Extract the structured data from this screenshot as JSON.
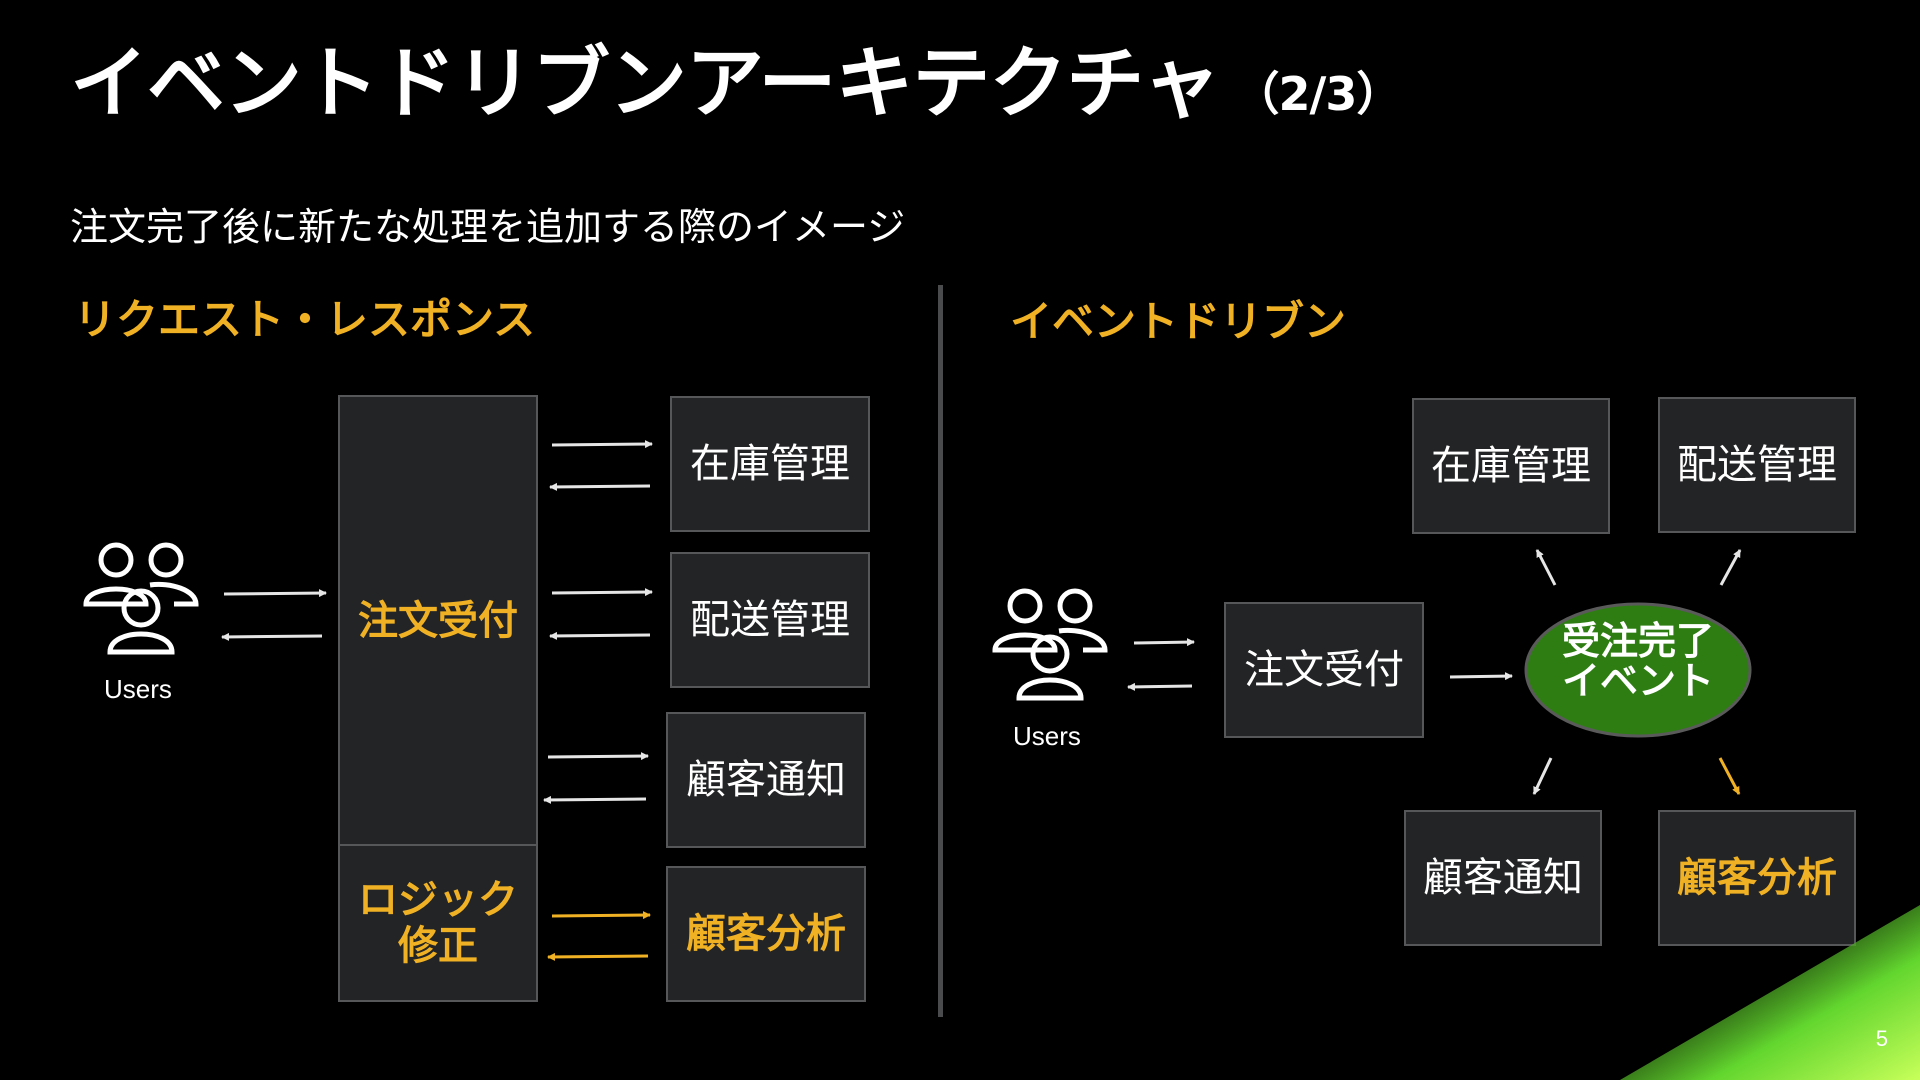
{
  "slide": {
    "title": "イベントドリブンアーキテクチャ",
    "title_suffix": "（2/3）",
    "subtitle": "注文完了後に新たな処理を追加する際のイメージ",
    "page_number": "5"
  },
  "left": {
    "heading": "リクエスト・レスポンス",
    "users_label": "Users",
    "order_box": "注文受付",
    "logic_box": "ロジック\n修正",
    "services": [
      "在庫管理",
      "配送管理",
      "顧客通知",
      "顧客分析"
    ]
  },
  "right": {
    "heading": "イベントドリブン",
    "users_label": "Users",
    "order_box": "注文受付",
    "event": "受注完了\nイベント",
    "services": [
      "在庫管理",
      "配送管理",
      "顧客通知",
      "顧客分析"
    ]
  },
  "colors": {
    "accent": "#f0b224",
    "event_green": "#2e7d13",
    "box_bg": "#232426",
    "box_border": "#555759",
    "arrow": "#e6e6e6"
  }
}
